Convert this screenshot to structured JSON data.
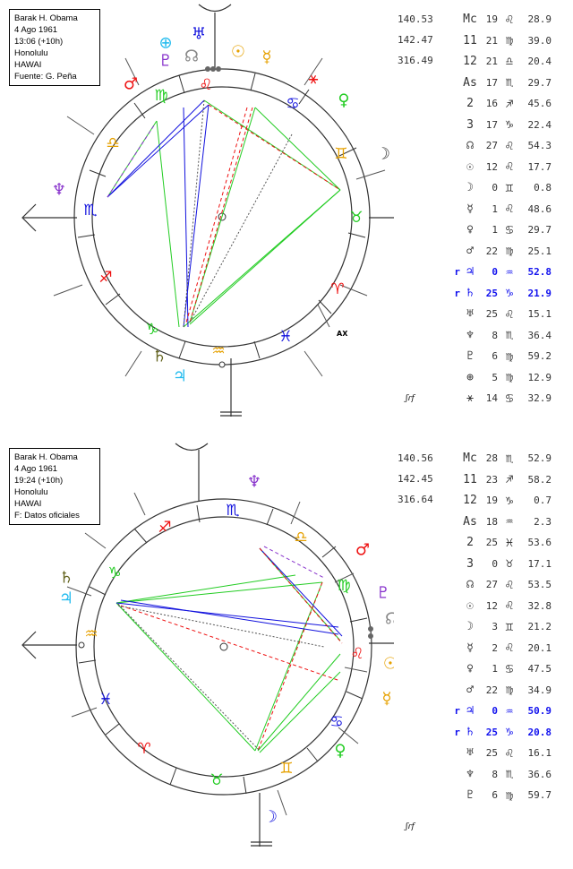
{
  "colors": {
    "red": "#ee1111",
    "green": "#22cc22",
    "blue": "#1111dd",
    "gold": "#e6a100",
    "cyan": "#22bbee",
    "purple": "#8833cc",
    "olive": "#666622",
    "gray": "#888888"
  },
  "panels": [
    {
      "info": [
        "Barak H. Obama",
        "4 Ago 1961",
        "13:06 (+10h)",
        "Honolulu",
        "HAWAI",
        "Fuente: G. Peña"
      ],
      "houses": [
        "140.53",
        "142.47",
        "316.49"
      ],
      "positions": [
        {
          "r": "",
          "sym": "Mc",
          "deg": "19",
          "sign": "♌",
          "min": "28.9"
        },
        {
          "r": "",
          "sym": "11",
          "deg": "21",
          "sign": "♍",
          "min": "39.0"
        },
        {
          "r": "",
          "sym": "12",
          "deg": "21",
          "sign": "♎",
          "min": "20.4"
        },
        {
          "r": "",
          "sym": "As",
          "deg": "17",
          "sign": "♏",
          "min": "29.7"
        },
        {
          "r": "",
          "sym": "2",
          "deg": "16",
          "sign": "♐",
          "min": "45.6"
        },
        {
          "r": "",
          "sym": "3",
          "deg": "17",
          "sign": "♑",
          "min": "22.4"
        },
        {
          "r": "",
          "sym": "☊",
          "deg": "27",
          "sign": "♌",
          "min": "54.3"
        },
        {
          "r": "",
          "sym": "☉",
          "deg": "12",
          "sign": "♌",
          "min": "17.7"
        },
        {
          "r": "",
          "sym": "☽",
          "deg": "0",
          "sign": "♊",
          "min": "0.8"
        },
        {
          "r": "",
          "sym": "☿",
          "deg": "1",
          "sign": "♌",
          "min": "48.6"
        },
        {
          "r": "",
          "sym": "♀",
          "deg": "1",
          "sign": "♋",
          "min": "29.7"
        },
        {
          "r": "",
          "sym": "♂",
          "deg": "22",
          "sign": "♍",
          "min": "25.1"
        },
        {
          "r": "r",
          "sym": "♃",
          "deg": "0",
          "sign": "♒",
          "min": "52.8",
          "retro": true
        },
        {
          "r": "r",
          "sym": "♄",
          "deg": "25",
          "sign": "♑",
          "min": "21.9",
          "retro": true
        },
        {
          "r": "",
          "sym": "♅",
          "deg": "25",
          "sign": "♌",
          "min": "15.1"
        },
        {
          "r": "",
          "sym": "♆",
          "deg": "8",
          "sign": "♏",
          "min": "36.4"
        },
        {
          "r": "",
          "sym": "♇",
          "deg": "6",
          "sign": "♍",
          "min": "59.2"
        },
        {
          "r": "",
          "sym": "⊕",
          "deg": "5",
          "sign": "♍",
          "min": "12.9"
        },
        {
          "r": "",
          "sym": "⚹",
          "deg": "14",
          "sign": "♋",
          "min": "32.9"
        }
      ],
      "ascendant_label": "AX",
      "signature": "ʃɾf"
    },
    {
      "info": [
        "Barak H. Obama",
        "4 Ago 1961",
        "19:24 (+10h)",
        "Honolulu",
        "HAWAI",
        "F: Datos oficiales"
      ],
      "houses": [
        "140.56",
        "142.45",
        "316.64"
      ],
      "positions": [
        {
          "r": "",
          "sym": "Mc",
          "deg": "28",
          "sign": "♏",
          "min": "52.9"
        },
        {
          "r": "",
          "sym": "11",
          "deg": "23",
          "sign": "♐",
          "min": "58.2"
        },
        {
          "r": "",
          "sym": "12",
          "deg": "19",
          "sign": "♑",
          "min": "0.7"
        },
        {
          "r": "",
          "sym": "As",
          "deg": "18",
          "sign": "♒",
          "min": "2.3"
        },
        {
          "r": "",
          "sym": "2",
          "deg": "25",
          "sign": "♓",
          "min": "53.6"
        },
        {
          "r": "",
          "sym": "3",
          "deg": "0",
          "sign": "♉",
          "min": "17.1"
        },
        {
          "r": "",
          "sym": "☊",
          "deg": "27",
          "sign": "♌",
          "min": "53.5"
        },
        {
          "r": "",
          "sym": "☉",
          "deg": "12",
          "sign": "♌",
          "min": "32.8"
        },
        {
          "r": "",
          "sym": "☽",
          "deg": "3",
          "sign": "♊",
          "min": "21.2"
        },
        {
          "r": "",
          "sym": "☿",
          "deg": "2",
          "sign": "♌",
          "min": "20.1"
        },
        {
          "r": "",
          "sym": "♀",
          "deg": "1",
          "sign": "♋",
          "min": "47.5"
        },
        {
          "r": "",
          "sym": "♂",
          "deg": "22",
          "sign": "♍",
          "min": "34.9"
        },
        {
          "r": "r",
          "sym": "♃",
          "deg": "0",
          "sign": "♒",
          "min": "50.9",
          "retro": true
        },
        {
          "r": "r",
          "sym": "♄",
          "deg": "25",
          "sign": "♑",
          "min": "20.8",
          "retro": true
        },
        {
          "r": "",
          "sym": "♅",
          "deg": "25",
          "sign": "♌",
          "min": "16.1"
        },
        {
          "r": "",
          "sym": "♆",
          "deg": "8",
          "sign": "♏",
          "min": "36.6"
        },
        {
          "r": "",
          "sym": "♇",
          "deg": "6",
          "sign": "♍",
          "min": "59.7"
        }
      ],
      "signature": "ʃɾf"
    }
  ]
}
